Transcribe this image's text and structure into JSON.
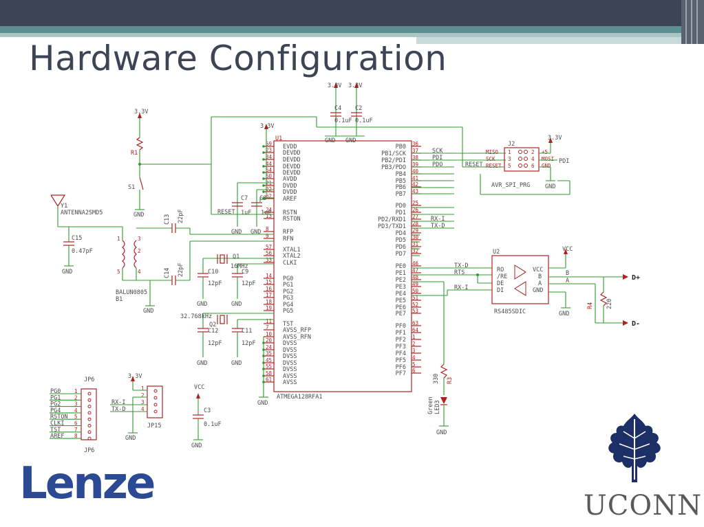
{
  "slide": {
    "title": "Hardware Configuration"
  },
  "logos": {
    "left": "Lenze",
    "right": "UCONN"
  },
  "colors": {
    "header_dark": "#3d4454",
    "header_teal": "#5c8f8f",
    "wire": "#2f9a2f",
    "part": "#b02020",
    "lenze_blue": "#2b4a93",
    "uconn_navy": "#1c2f66"
  },
  "schematic": {
    "supply_labels": [
      "3.3V",
      "3.3V",
      "3.3V",
      "3.3V",
      "3.3V",
      "3.3V"
    ],
    "vcc_labels": [
      "VCC",
      "VCC"
    ],
    "gnd_label": "GND",
    "antenna": {
      "ref": "Y1",
      "name": "ANTENNA2SMD5"
    },
    "r1": "R1",
    "s1": "S1",
    "c15": {
      "ref": "C15",
      "value": "0.47pF"
    },
    "balun": {
      "name": "BALUN0805",
      "ref": "B1"
    },
    "c13": {
      "ref": "C13",
      "value": "22pF"
    },
    "c14": {
      "ref": "C14",
      "value": "22pF"
    },
    "c4": {
      "ref": "C4",
      "value": "0.1uF"
    },
    "c2": {
      "ref": "C2",
      "value": "0.1uF"
    },
    "c7": {
      "ref": "C7",
      "value": "1uF"
    },
    "c8": {
      "ref": "C8",
      "value": "1uF"
    },
    "reset_label": "RESET",
    "u1": {
      "ref": "U1",
      "part": "ATMEGA128RFA1"
    },
    "u1_left_pins": [
      {
        "name": "EVDD",
        "num": "59"
      },
      {
        "name": "DEVDD",
        "num": "23"
      },
      {
        "name": "DEVDD",
        "num": "34"
      },
      {
        "name": "DEVDD",
        "num": "44"
      },
      {
        "name": "DEVDD",
        "num": "54"
      },
      {
        "name": "AVDD",
        "num": "60"
      },
      {
        "name": "DVDD",
        "num": "21"
      },
      {
        "name": "DVDD",
        "num": "22"
      },
      {
        "name": "AREF",
        "num": "62"
      },
      {
        "name": "RSTN",
        "num": "24"
      },
      {
        "name": "RSTON",
        "num": "13"
      },
      {
        "name": "RFP",
        "num": "8"
      },
      {
        "name": "RFN",
        "num": "9"
      },
      {
        "name": "XTAL1",
        "num": "57"
      },
      {
        "name": "XTAL2",
        "num": "56"
      },
      {
        "name": "CLKI",
        "num": "33"
      },
      {
        "name": "PG0",
        "num": "14"
      },
      {
        "name": "PG1",
        "num": "15"
      },
      {
        "name": "PG2",
        "num": "16"
      },
      {
        "name": "PG3",
        "num": "17"
      },
      {
        "name": "PG4",
        "num": "18"
      },
      {
        "name": "PG5",
        "num": "19"
      },
      {
        "name": "TST",
        "num": "11"
      },
      {
        "name": "AVSS_RFP",
        "num": "7"
      },
      {
        "name": "AVSS_RFN",
        "num": "10"
      },
      {
        "name": "DVSS",
        "num": "20"
      },
      {
        "name": "DVSS",
        "num": "24"
      },
      {
        "name": "DVSS",
        "num": "35"
      },
      {
        "name": "DVSS",
        "num": "45"
      },
      {
        "name": "DVSS",
        "num": "55"
      },
      {
        "name": "AVSS",
        "num": "58"
      },
      {
        "name": "AVSS",
        "num": "61"
      }
    ],
    "u1_right_pins": [
      {
        "name": "PB0",
        "num": "36"
      },
      {
        "name": "PB1/SCK",
        "num": "37"
      },
      {
        "name": "PB2/PDI",
        "num": "38"
      },
      {
        "name": "PB3/PDO",
        "num": "39"
      },
      {
        "name": "PB4",
        "num": "40"
      },
      {
        "name": "PB5",
        "num": "41"
      },
      {
        "name": "PB6",
        "num": "42"
      },
      {
        "name": "PB7",
        "num": "43"
      },
      {
        "name": "PD0",
        "num": "25"
      },
      {
        "name": "PD1",
        "num": "26"
      },
      {
        "name": "PD2/RXD1",
        "num": "27"
      },
      {
        "name": "PD3/TXD1",
        "num": "28"
      },
      {
        "name": "PD4",
        "num": "29"
      },
      {
        "name": "PD5",
        "num": "30"
      },
      {
        "name": "PD6",
        "num": "31"
      },
      {
        "name": "PD7",
        "num": "32"
      },
      {
        "name": "PE0",
        "num": "46"
      },
      {
        "name": "PE1",
        "num": "47"
      },
      {
        "name": "PE2",
        "num": "48"
      },
      {
        "name": "PE3",
        "num": "49"
      },
      {
        "name": "PE4",
        "num": "50"
      },
      {
        "name": "PE5",
        "num": "51"
      },
      {
        "name": "PE6",
        "num": "52"
      },
      {
        "name": "PE7",
        "num": "53"
      },
      {
        "name": "PF0",
        "num": "63"
      },
      {
        "name": "PF1",
        "num": "64"
      },
      {
        "name": "PF2",
        "num": "1"
      },
      {
        "name": "PF3",
        "num": "2"
      },
      {
        "name": "PF4",
        "num": "3"
      },
      {
        "name": "PF5",
        "num": "4"
      },
      {
        "name": "PF6",
        "num": "5"
      },
      {
        "name": "PF7",
        "num": "6"
      }
    ],
    "net_labels": [
      "SCK",
      "PDI",
      "PDO",
      "RESET",
      "RX-I",
      "TX-D",
      "TX-D",
      "RTS",
      "RX-I",
      "PDI"
    ],
    "q1": {
      "ref": "Q1",
      "freq": "16MHz"
    },
    "q2": {
      "ref": "Q2",
      "freq": "32.768kHz"
    },
    "c10": {
      "ref": "C10",
      "value": "12pF"
    },
    "c9": {
      "ref": "C9",
      "value": "12pF"
    },
    "c12": {
      "ref": "C12",
      "value": "12pF"
    },
    "c11": {
      "ref": "C11",
      "value": "12pF"
    },
    "j2": {
      "ref": "J2",
      "name": "AVR_SPI_PRG",
      "left": [
        "MISO",
        "SCK",
        "RESET"
      ],
      "right": [
        "+5",
        "MOSI",
        "GND"
      ],
      "pins": [
        "1",
        "2",
        "3",
        "4",
        "5",
        "6"
      ]
    },
    "u2": {
      "ref": "U2",
      "part": "RS485SDIC",
      "left": [
        "RO",
        "/RE",
        "DE",
        "DI"
      ],
      "right": [
        "VCC",
        "B",
        "A",
        "GND"
      ]
    },
    "bus": {
      "b": "B",
      "a": "A",
      "dplus": "D+",
      "dminus": "D-"
    },
    "r4": {
      "ref": "R4",
      "value": "220"
    },
    "r3": {
      "ref": "R3",
      "value": "330"
    },
    "led3": {
      "ref": "LED3",
      "color": "Green"
    },
    "jp6": {
      "ref": "JP6",
      "pins": [
        {
          "label": "PG0",
          "num": "1"
        },
        {
          "label": "PG1",
          "num": "2"
        },
        {
          "label": "PG2",
          "num": "3"
        },
        {
          "label": "PG4",
          "num": "4"
        },
        {
          "label": "RSTON",
          "num": "5"
        },
        {
          "label": "CLKI",
          "num": "6"
        },
        {
          "label": "TST",
          "num": "7"
        },
        {
          "label": "AREF",
          "num": "8"
        }
      ]
    },
    "jp15": {
      "ref": "JP15",
      "pins": [
        {
          "label": "",
          "num": "1"
        },
        {
          "label": "",
          "num": "2"
        },
        {
          "label": "RX-I",
          "num": "3"
        },
        {
          "label": "TX-D",
          "num": "4"
        }
      ]
    },
    "c3": {
      "ref": "C3",
      "value": "0.1uF"
    }
  }
}
